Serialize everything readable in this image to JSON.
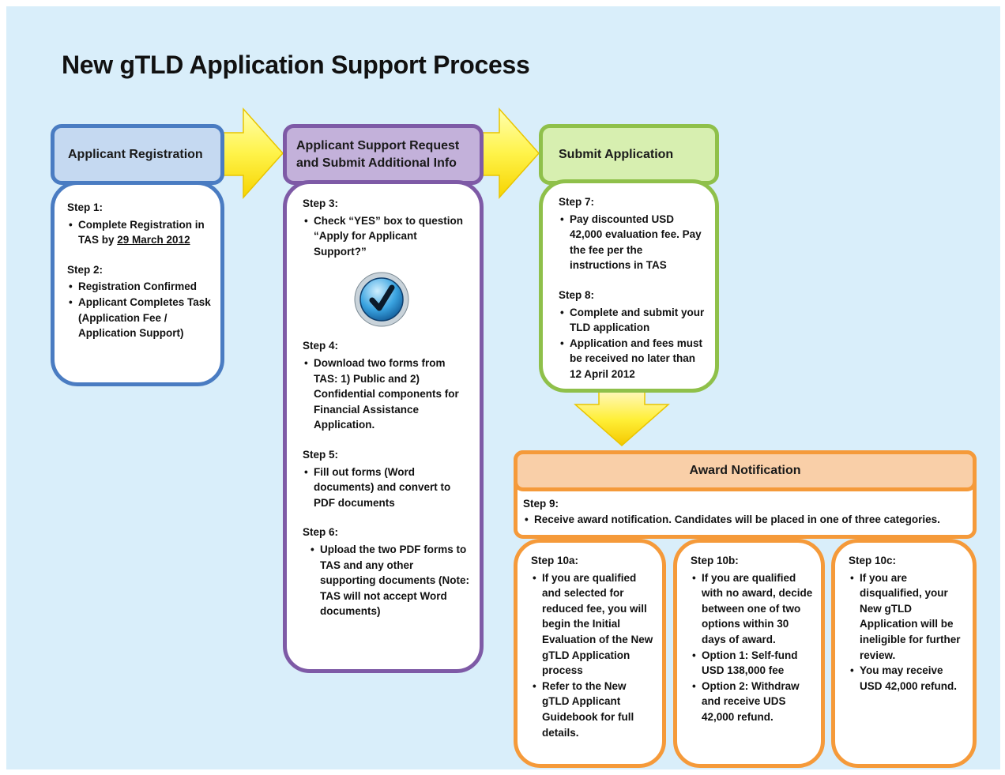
{
  "title": "New gTLD Application Support Process",
  "col1": {
    "header": "Applicant Registration",
    "step1_label": "Step 1:",
    "step1_a": "Complete Registration in TAS by ",
    "step1_date": "29 March 2012",
    "step2_label": "Step 2:",
    "step2_items": [
      "Registration Confirmed",
      "Applicant Completes Task (Application Fee / Application Support)"
    ]
  },
  "col2": {
    "header": "Applicant Support Request and Submit Additional Info",
    "step3_label": "Step 3:",
    "step3_item": "Check “YES” box to question “Apply for Applicant Support?”",
    "step4_label": "Step 4:",
    "step4_item": "Download two forms from TAS:  1) Public and 2) Confidential components for Financial Assistance Application.",
    "step5_label": "Step 5:",
    "step5_item": "Fill out forms (Word documents) and convert to PDF documents",
    "step6_label": "Step 6:",
    "step6_item": "Upload the two PDF forms to TAS and any other supporting documents (Note: TAS will not accept Word documents)"
  },
  "col3": {
    "header": "Submit Application",
    "step7_label": "Step 7:",
    "step7_item": "Pay discounted USD 42,000 evaluation fee. Pay the fee per the instructions in TAS",
    "step8_label": "Step 8:",
    "step8_items": [
      "Complete and submit your TLD application",
      "Application and fees must be received no later than 12 April 2012"
    ]
  },
  "award": {
    "header": "Award Notification",
    "step9_label": "Step 9:",
    "step9_item": "Receive award notification. Candidates will be placed in one of three categories."
  },
  "sub_a": {
    "label": "Step 10a:",
    "items": [
      "If you are qualified and selected for reduced fee, you will begin the Initial Evaluation of the New gTLD Application process",
      "Refer to the New gTLD Applicant Guidebook for full details."
    ]
  },
  "sub_b": {
    "label": "Step 10b:",
    "items": [
      "If you are qualified with no award, decide between one of two options within 30 days of award.",
      "Option 1: Self-fund USD 138,000 fee",
      "Option 2: Withdraw and receive UDS 42,000 refund."
    ]
  },
  "sub_c": {
    "label": "Step 10c:",
    "items": [
      "If you are disqualified, your New gTLD Application will be ineligible for further review.",
      "You may receive USD 42,000 refund."
    ]
  },
  "colors": {
    "background": "#d9eefa",
    "blue": "#4a7cc2",
    "purple": "#7e5aa6",
    "green": "#8fc04a",
    "orange": "#f59a3a",
    "arrow": "#ffee33"
  }
}
